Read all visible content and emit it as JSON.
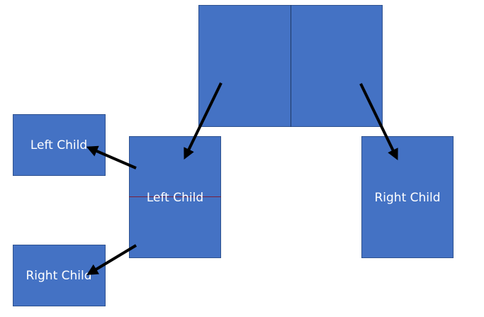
{
  "nodes": {
    "top_left_label": "",
    "top_right_label": "",
    "middle_label": "Left Child",
    "right_label": "Right Child",
    "far_left_top_label": "Left Child",
    "far_left_bottom_label": "Right Child"
  },
  "colors": {
    "node_fill": "#4472c4",
    "node_border": "#2f528f",
    "arrow": "#000000",
    "text": "#ffffff"
  }
}
